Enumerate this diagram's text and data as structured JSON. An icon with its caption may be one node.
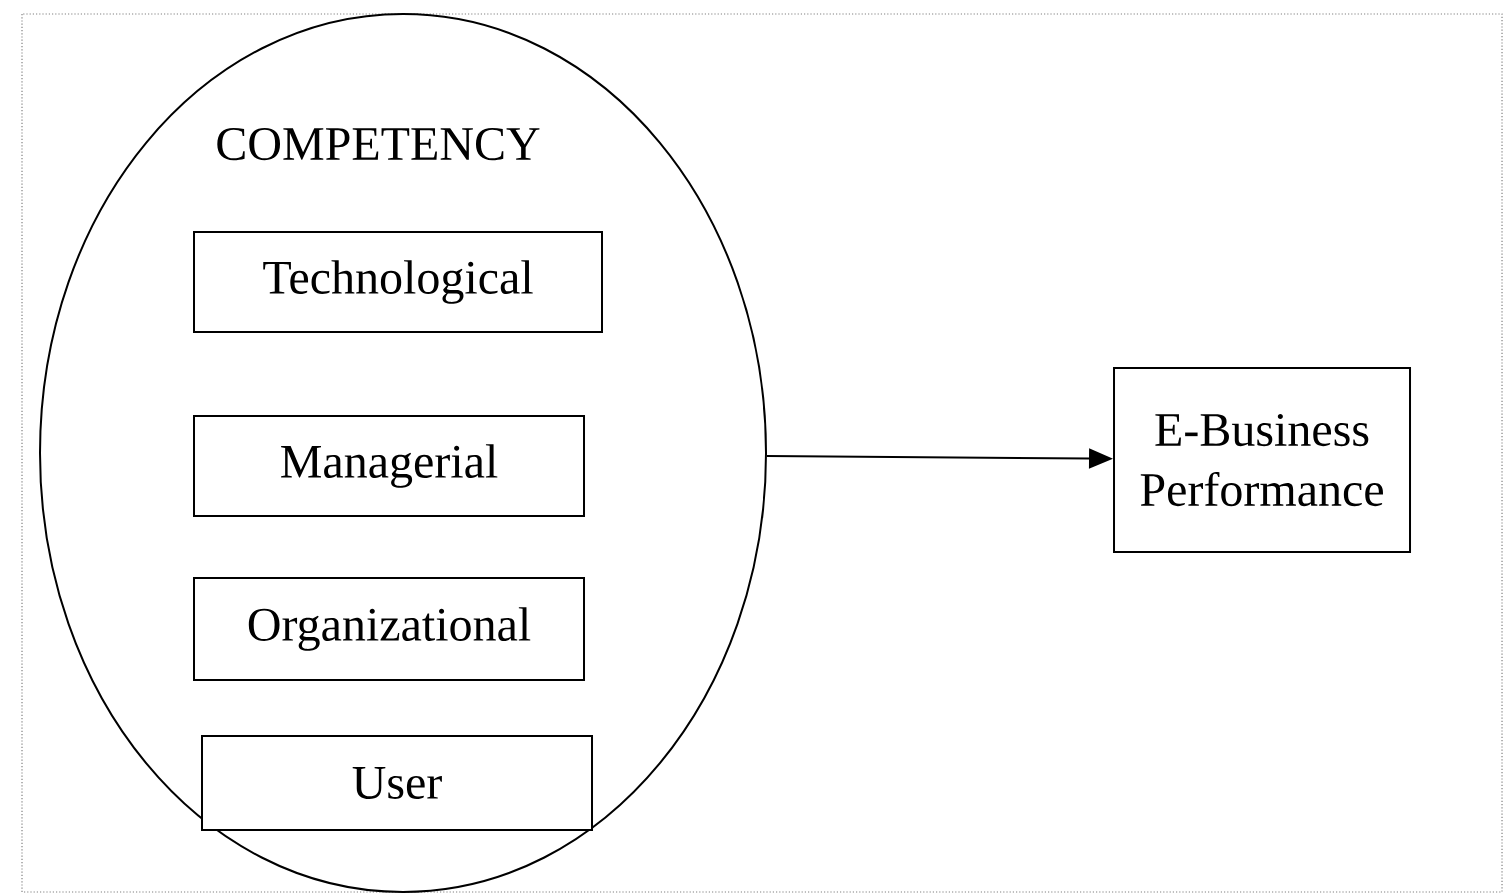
{
  "diagram": {
    "nodes": [
      {
        "text": [
          "COMPETENCY"
        ]
      },
      {
        "text": [
          "Technological"
        ],
        "in": 0
      },
      {
        "text": [
          "Managerial"
        ],
        "in": 0
      },
      {
        "text": [
          "Organizational"
        ],
        "in": 0
      },
      {
        "text": [
          "User"
        ],
        "in": 0
      },
      {
        "text": [
          "E-Business Performance"
        ]
      }
    ],
    "edges": [
      {
        "from": 0,
        "to": 5,
        "arrow": "to"
      }
    ]
  }
}
